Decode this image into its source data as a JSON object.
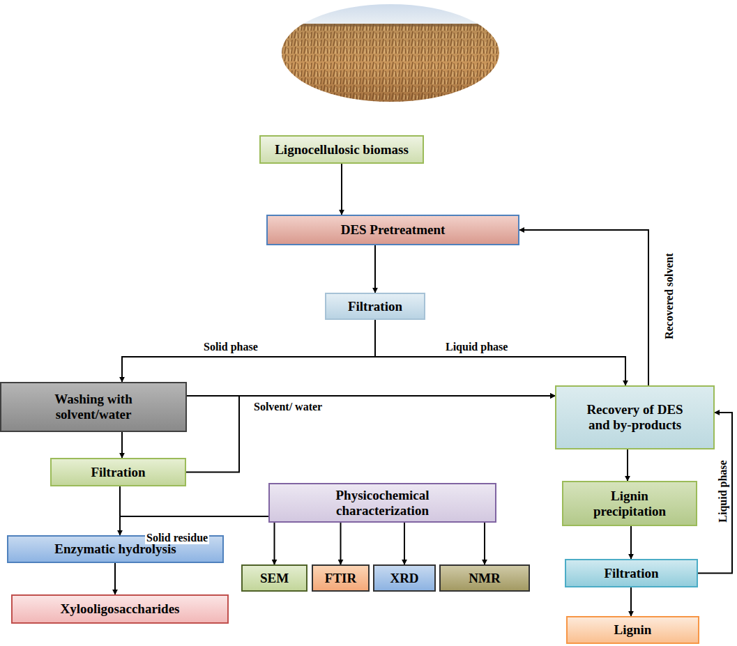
{
  "diagram": {
    "nodes": [
      {
        "text": [
          "Lignocellulosic biomass"
        ]
      },
      {
        "text": [
          "DES Pretreatment"
        ]
      },
      {
        "text": [
          "Filtration"
        ]
      },
      {
        "text": [
          "Washing with solvent/water"
        ]
      },
      {
        "text": [
          "Recovery of DES and by-products"
        ]
      },
      {
        "text": [
          "Filtration"
        ]
      },
      {
        "text": [
          "Physicochemical characterization"
        ]
      },
      {
        "text": [
          "Enzymatic hydrolysis"
        ]
      },
      {
        "text": [
          "SEM"
        ]
      },
      {
        "text": [
          "FTIR"
        ]
      },
      {
        "text": [
          "XRD"
        ]
      },
      {
        "text": [
          "NMR"
        ]
      },
      {
        "text": [
          "Xylooligosaccharides"
        ]
      },
      {
        "text": [
          "Lignin precipitation"
        ]
      },
      {
        "text": [
          "Filtration"
        ]
      },
      {
        "text": [
          "Lignin"
        ]
      }
    ],
    "edges": [
      {
        "from": 0,
        "to": 1,
        "arrow": "to"
      },
      {
        "from": 1,
        "to": 2,
        "arrow": "to"
      },
      {
        "from": 2,
        "to": 3,
        "label": "Solid phase",
        "arrow": "to"
      },
      {
        "from": 2,
        "to": 4,
        "label": "Liquid phase",
        "arrow": "to"
      },
      {
        "from": 3,
        "to": 4,
        "label": "Solvent/ water",
        "arrow": "to"
      },
      {
        "from": 3,
        "to": 5,
        "arrow": "to"
      },
      {
        "from": 5,
        "to": 4,
        "arrow": "to"
      },
      {
        "from": 5,
        "to": 7,
        "label": "Solid residue",
        "arrow": "to"
      },
      {
        "from": 5,
        "to": 6,
        "arrow": "none"
      },
      {
        "from": 6,
        "to": 8,
        "arrow": "to"
      },
      {
        "from": 6,
        "to": 9,
        "arrow": "to"
      },
      {
        "from": 6,
        "to": 10,
        "arrow": "to"
      },
      {
        "from": 6,
        "to": 11,
        "arrow": "to"
      },
      {
        "from": 7,
        "to": 12,
        "arrow": "to"
      },
      {
        "from": 4,
        "to": 1,
        "label": "Recovered solvent",
        "arrow": "to"
      },
      {
        "from": 4,
        "to": 13,
        "arrow": "to"
      },
      {
        "from": 13,
        "to": 14,
        "arrow": "to"
      },
      {
        "from": 14,
        "to": 15,
        "arrow": "to"
      },
      {
        "from": 14,
        "to": 4,
        "label": "Liquid phase",
        "arrow": "to"
      }
    ]
  }
}
